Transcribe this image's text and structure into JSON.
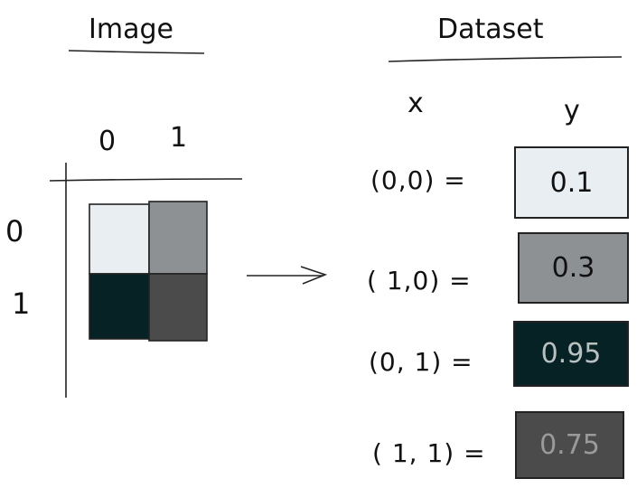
{
  "image_section": {
    "title": "Image",
    "col_labels": [
      "0",
      "1"
    ],
    "row_labels": [
      "0",
      "1"
    ],
    "cells": [
      {
        "x": 0,
        "y": 0,
        "color": "#e9eef2"
      },
      {
        "x": 1,
        "y": 0,
        "color": "#8e9193"
      },
      {
        "x": 0,
        "y": 1,
        "color": "#072224"
      },
      {
        "x": 1,
        "y": 1,
        "color": "#4b4b4b"
      }
    ]
  },
  "dataset_section": {
    "title": "Dataset",
    "col_x": "x",
    "col_y": "y",
    "rows": [
      {
        "coord": "(0,0) =",
        "value": "0.1",
        "color": "#e9eef2",
        "text_color": "#111111"
      },
      {
        "coord": "( 1,0) =",
        "value": "0.3",
        "color": "#8e9193",
        "text_color": "#111111"
      },
      {
        "coord": "(0, 1) =",
        "value": "0.95",
        "color": "#072224",
        "text_color": "#b9c0c0"
      },
      {
        "coord": "( 1, 1) =",
        "value": "0.75",
        "color": "#4b4b4b",
        "text_color": "#9a9a9a"
      }
    ]
  }
}
